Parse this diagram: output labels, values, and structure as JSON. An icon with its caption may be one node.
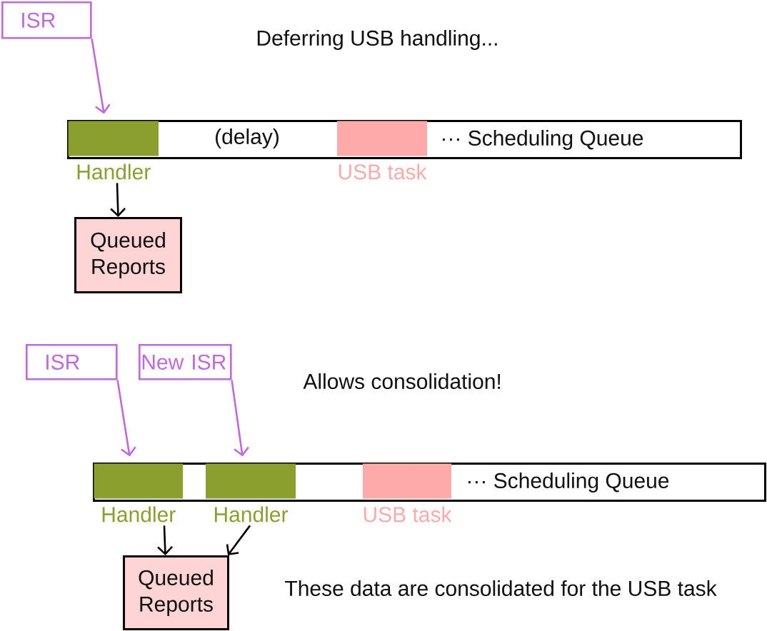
{
  "diagram": {
    "nodes": [
      {
        "text": [
          "ISR"
        ]
      },
      {
        "text": [
          "(delay)",
          "··· Scheduling Queue"
        ]
      },
      {
        "text": [],
        "shape": "box",
        "beside": [
          "Handler"
        ],
        "in": 1
      },
      {
        "text": [],
        "shape": "box",
        "beside": [
          "USB task"
        ],
        "in": 1
      },
      {
        "text": [
          "Queued Reports"
        ]
      },
      {
        "text": [
          "ISR"
        ]
      },
      {
        "text": [
          "New ISR"
        ]
      },
      {
        "text": [
          "··· Scheduling Queue"
        ]
      },
      {
        "text": [],
        "shape": "box",
        "beside": [
          "Handler"
        ],
        "in": 7
      },
      {
        "text": [],
        "shape": "box",
        "beside": [
          "Handler"
        ],
        "in": 7
      },
      {
        "text": [],
        "shape": "box",
        "beside": [
          "USB task"
        ],
        "in": 7
      },
      {
        "text": [
          "Queued Reports"
        ]
      }
    ],
    "edges": [
      {
        "from": 0,
        "to": 2,
        "arrow": "to",
        "color": "#c069e0"
      },
      {
        "from": 2,
        "to": 4,
        "arrow": "to",
        "color": "#000000"
      },
      {
        "from": 5,
        "to": 8,
        "arrow": "to",
        "color": "#c069e0"
      },
      {
        "from": 6,
        "to": 9,
        "arrow": "to",
        "color": "#c069e0"
      },
      {
        "from": 8,
        "to": 11,
        "arrow": "to",
        "color": "#000000"
      },
      {
        "from": 9,
        "to": 11,
        "arrow": "to",
        "color": "#000000"
      }
    ],
    "labels": [
      "Deferring USB handling...",
      "Allows consolidation!",
      "These data are consolidated for the USB task"
    ]
  }
}
